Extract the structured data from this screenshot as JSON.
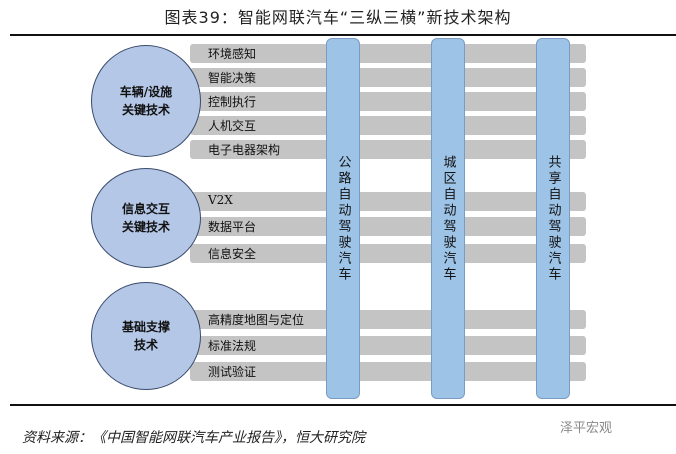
{
  "title": "图表39：智能网联汽车“三纵三横”新技术架构",
  "circles": [
    {
      "label_lines": [
        "车辆/设施",
        "关键技术"
      ]
    },
    {
      "label_lines": [
        "信息交互",
        "关键技术"
      ]
    },
    {
      "label_lines": [
        "基础支撑",
        "技术"
      ]
    }
  ],
  "rows": [
    "环境感知",
    "智能决策",
    "控制执行",
    "人机交互",
    "电子电器架构",
    "V2X",
    "数据平台",
    "信息安全",
    "高精度地图与定位",
    "标准法规",
    "测试验证"
  ],
  "columns": [
    "公路自动驾驶汽车",
    "城区自动驾驶汽车",
    "共享自动驾驶汽车"
  ],
  "source": "资料来源：《中国智能网联汽车产业报告》，恒大研究院",
  "watermark": "泽平宏观"
}
